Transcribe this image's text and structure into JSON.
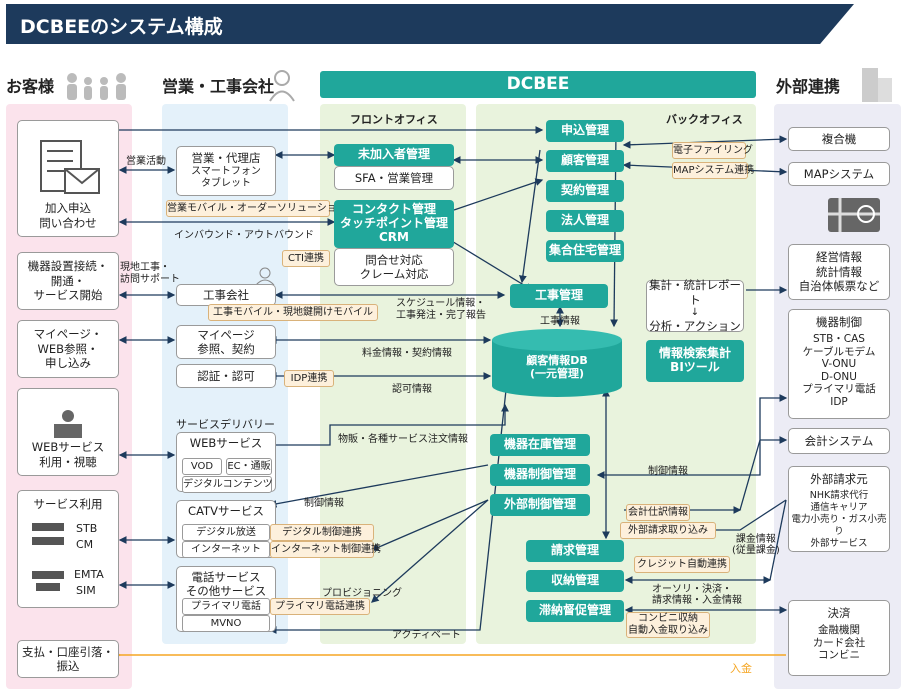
{
  "title": "DCBEEのシステム構成",
  "headers": {
    "customer": "お客様",
    "sales": "営業・工事会社",
    "dcbee": "DCBEE",
    "external": "外部連携",
    "front_office": "フロントオフィス",
    "back_office": "バックオフィス"
  },
  "customer_boxes": {
    "apply": "加入申込\n問い合わせ",
    "install": "機器設置接続・\n開通・\nサービス開始",
    "mypage": "マイページ・\nWEB参照・\n申し込み",
    "web": "WEBサービス\n利用・視聴",
    "service_use": "サービス利用",
    "stb": "STB",
    "cm": "CM",
    "emta": "EMTA",
    "sim": "SIM",
    "payment": "支払・口座引落・\n振込"
  },
  "sales_boxes": {
    "agency": "営業・代理店",
    "agency_sub": "スマートフォン\nタブレット",
    "construction": "工事会社",
    "mypage": "マイページ\n参照、契約",
    "auth": "認証・認可",
    "delivery_title": "サービスデリバリー",
    "web_service": "WEBサービス",
    "vod": "VOD",
    "ec": "EC・通販",
    "digital_contents": "デジタルコンテンツ",
    "catv": "CATVサービス",
    "digital_broadcast": "デジタル放送",
    "internet": "インターネット",
    "phone": "電話サービス\nその他サービス",
    "primary_phone": "プライマリ電話",
    "mvno": "MVNO"
  },
  "front_office": {
    "unjoined": "未加入者管理",
    "sfa": "SFA・営業管理",
    "contact": "コンタクト管理\nタッチポイント管理\nCRM",
    "inquiry": "問合せ対応\nクレーム対応"
  },
  "back_office": {
    "application": "申込管理",
    "customer": "顧客管理",
    "contract": "契約管理",
    "corporate": "法人管理",
    "apartment": "集合住宅管理",
    "construction": "工事管理",
    "report": "集計・統計レポート",
    "analysis": "分析・アクション",
    "db": "顧客情報DB\n(一元管理)",
    "bi": "情報検索集計\nBIツール",
    "inventory": "機器在庫管理",
    "device_control": "機器制御管理",
    "external_control": "外部制御管理",
    "billing": "請求管理",
    "collection": "収納管理",
    "dunning": "滞納督促管理"
  },
  "external_boxes": {
    "copier": "複合機",
    "map": "MAPシステム",
    "management_info": "経営情報\n統計情報\n自治体帳票など",
    "device_control_title": "機器制御",
    "device_control_list": "STB・CAS\nケーブルモデム\nV-ONU\nD-ONU\nプライマリ電話\nIDP",
    "accounting": "会計システム",
    "ext_billing_title": "外部請求元",
    "ext_billing_list": "NHK請求代行\n通信キャリア\n電力小売り・ガス小売り\n外部サービス",
    "settlement_title": "決済",
    "settlement_list": "金融機関\nカード会社\nコンビニ"
  },
  "tags": {
    "sales_mobile": "営業モバイル・オーダーソリューション",
    "cti": "CTI連携",
    "construction_mobile": "工事モバイル・現地鍵開けモバイル",
    "idp": "IDP連携",
    "digital_control": "デジタル制御連携",
    "internet_control": "インターネット制御連携",
    "primary_phone_link": "プライマリ電話連携",
    "e_filing": "電子ファイリング",
    "map_link": "MAPシステム連携",
    "accounting_journal": "会計仕訳情報",
    "external_billing_intake": "外部請求取り込み",
    "credit": "クレジット自動連携",
    "convenience": "コンビニ収納\n自動入金取り込み"
  },
  "labels": {
    "sales_activity": "営業活動",
    "inbound_outbound": "インバウンド・アウトバウンド",
    "field_work": "現地工事・\n訪問サポート",
    "schedule": "スケジュール情報・\n工事発注・完了報告",
    "construction_info": "工事情報",
    "fee_info": "料金情報・契約情報",
    "auth_info": "認可情報",
    "goods_order": "物販・各種サービス注文情報",
    "control_info_left": "制御情報",
    "control_info_right": "制御情報",
    "provisioning": "プロビジョニング",
    "activate": "アクティベート",
    "billing_info": "課金情報\n(従量課金)",
    "payment_methods": "オーソリ・決済・\n請求情報・入金情報",
    "deposit": "入金"
  },
  "colors": {
    "title_bg": "#1d3a5c",
    "teal": "#20a79b",
    "customer_bg": "#fbe3ec",
    "sales_bg": "#e4f1fa",
    "office_bg": "#e9f3dd",
    "external_bg": "#ececf5",
    "tag_bg": "#fdf0dc",
    "deposit_line": "#f5a623"
  }
}
